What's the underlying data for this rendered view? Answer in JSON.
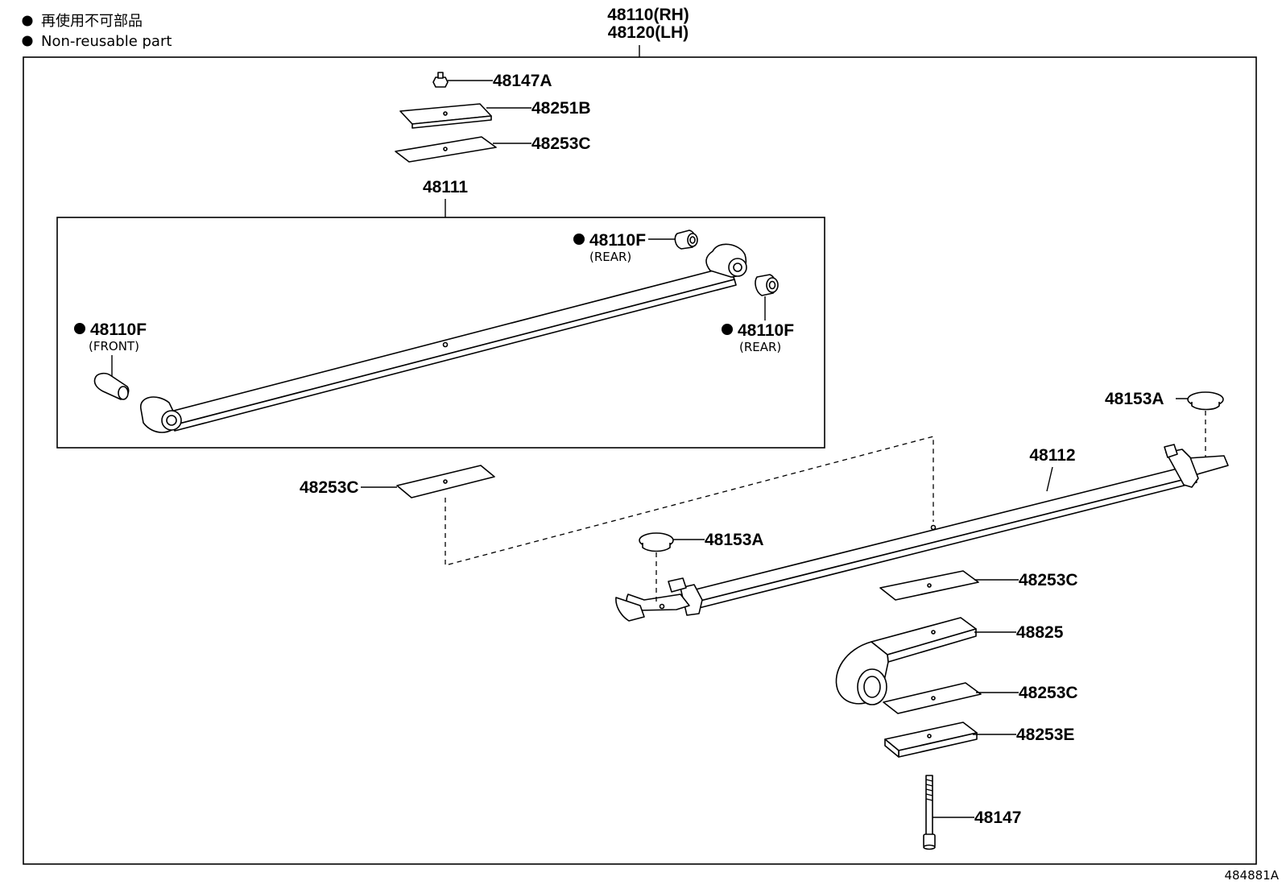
{
  "legend": {
    "jp": "再使用不可部品",
    "en": "Non-reusable part"
  },
  "title": {
    "line1": "48110(RH)",
    "line2": "48120(LH)"
  },
  "labels": {
    "p48147A": "48147A",
    "p48251B": "48251B",
    "p48253C_top": "48253C",
    "p48111": "48111",
    "p48110F_rear_top": "48110F",
    "p48110F_rear_top_sub": "(REAR)",
    "p48110F_front": "48110F",
    "p48110F_front_sub": "(FRONT)",
    "p48110F_rear_right": "48110F",
    "p48110F_rear_right_sub": "(REAR)",
    "p48253C_left": "48253C",
    "p48153A_right": "48153A",
    "p48112": "48112",
    "p48153A_mid": "48153A",
    "p48253C_mid": "48253C",
    "p48825": "48825",
    "p48253C_low": "48253C",
    "p48253E": "48253E",
    "p48147": "48147"
  },
  "diagram_code": "484881A"
}
